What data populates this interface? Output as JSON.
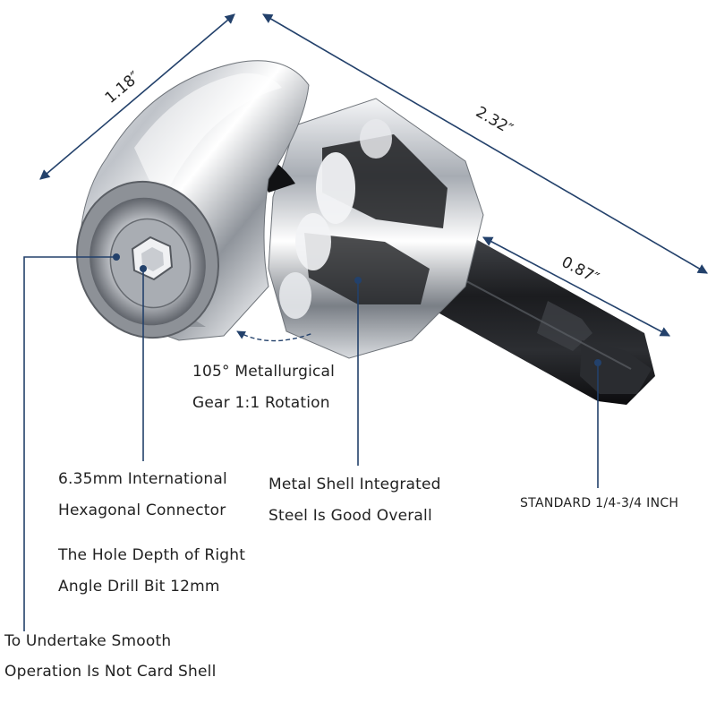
{
  "dimensions": {
    "width": "1.18″",
    "length": "2.32″",
    "shank": "0.87″"
  },
  "callouts": {
    "gear": [
      "105° Metallurgical",
      "Gear 1:1 Rotation"
    ],
    "connector": [
      "6.35mm International",
      "Hexagonal Connector"
    ],
    "hole_depth": [
      "The Hole Depth of Right",
      "Angle Drill Bit 12mm"
    ],
    "smooth": [
      "To Undertake Smooth",
      "Operation Is Not Card Shell"
    ],
    "shell": [
      "Metal Shell Integrated",
      "Steel Is Good Overall"
    ],
    "standard": "STANDARD 1/4-3/4 INCH"
  },
  "colors": {
    "arrow": "#23416b",
    "text": "#222222",
    "chrome": "#c9ccd1"
  }
}
